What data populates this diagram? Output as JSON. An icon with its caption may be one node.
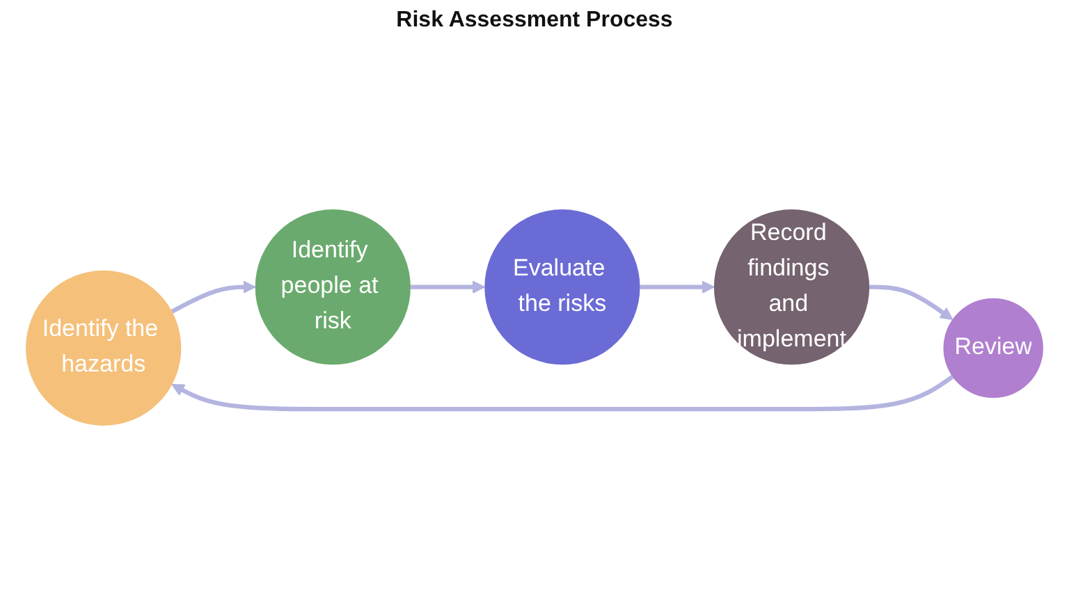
{
  "diagram": {
    "title": "Risk Assessment Process",
    "nodes": [
      {
        "text": [
          "Identify the hazards"
        ]
      },
      {
        "text": [
          "Identify people at risk"
        ]
      },
      {
        "text": [
          "Evaluate the risks"
        ]
      },
      {
        "text": [
          "Record findings and implement"
        ]
      },
      {
        "text": [
          "Review"
        ]
      }
    ],
    "edges": [
      {
        "from": 0,
        "to": 1,
        "arrow": "to"
      },
      {
        "from": 1,
        "to": 2,
        "arrow": "to"
      },
      {
        "from": 2,
        "to": 3,
        "arrow": "to"
      },
      {
        "from": 3,
        "to": 4,
        "arrow": "to"
      },
      {
        "from": 4,
        "to": 0,
        "arrow": "to"
      }
    ]
  }
}
